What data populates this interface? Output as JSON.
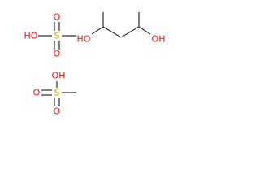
{
  "molecules": {
    "mesyl_top": {
      "oh": "HO",
      "s": "S",
      "o_top": "O",
      "o_bottom": "O"
    },
    "pentanediol": {
      "oh_left": "HO",
      "oh_right": "OH"
    },
    "mesyl_bottom": {
      "oh": "OH",
      "s": "S",
      "o_left": "O",
      "o_bottom": "O"
    }
  },
  "colors": {
    "bond": "#000000",
    "oxygen": "#ff0d0d",
    "sulfur": "#b2b200"
  }
}
